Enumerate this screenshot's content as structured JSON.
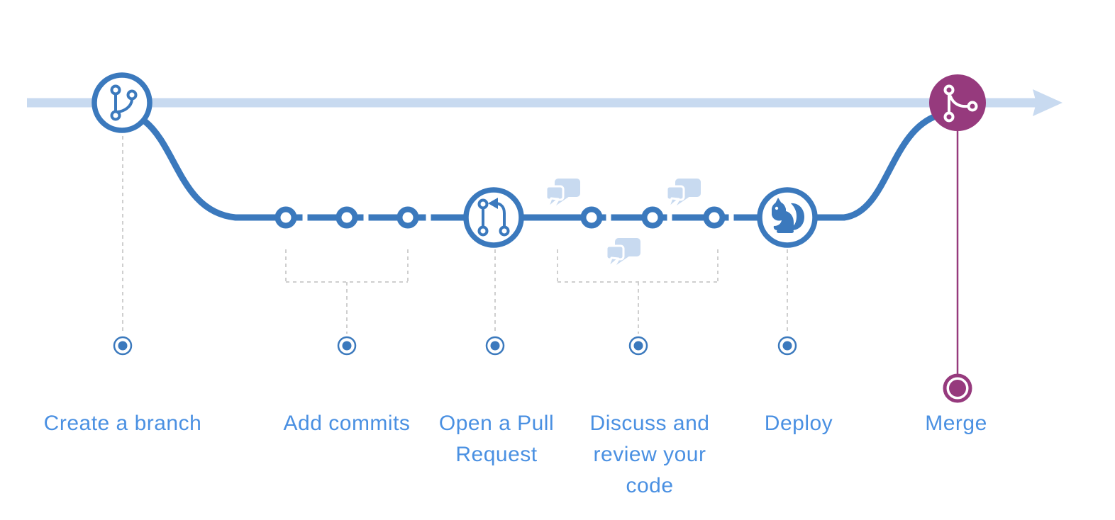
{
  "diagram_title": "GitHub flow branching diagram",
  "colors": {
    "blue": "#3b79bd",
    "light_blue": "#c8daf0",
    "text_blue": "#4a90e2",
    "magenta": "#963a7d",
    "dash_gray": "#cfcfcf"
  },
  "steps": [
    {
      "label": "Create a branch",
      "icon": "branch-icon"
    },
    {
      "label": "Add commits",
      "icon": "commit-dots"
    },
    {
      "label": "Open a Pull Request",
      "icon": "pull-request-icon"
    },
    {
      "label": "Discuss and review your code",
      "icon": "speech-bubbles-icon"
    },
    {
      "label": "Deploy",
      "icon": "squirrel-icon"
    },
    {
      "label": "Merge",
      "icon": "merge-icon"
    }
  ],
  "lanes": {
    "main_branch": "master timeline (light blue arrow)",
    "feature_branch": "feature branch (blue curve with commits)"
  },
  "commit_count_add": 3,
  "commit_count_discuss": 3
}
